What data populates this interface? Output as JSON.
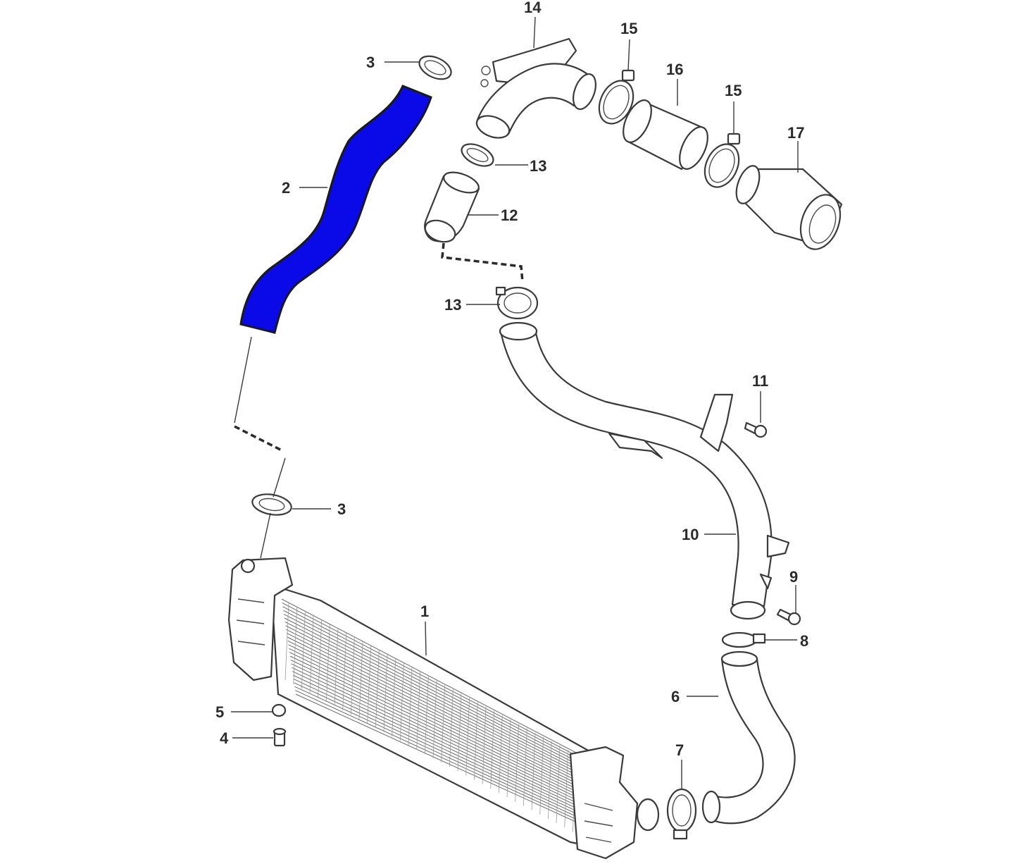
{
  "diagram": {
    "highlight_color": "#0a0ae8",
    "callouts": [
      {
        "id": "c14",
        "label": "14"
      },
      {
        "id": "c15a",
        "label": "15"
      },
      {
        "id": "c16",
        "label": "16"
      },
      {
        "id": "c15b",
        "label": "15"
      },
      {
        "id": "c17",
        "label": "17"
      },
      {
        "id": "c3a",
        "label": "3"
      },
      {
        "id": "c13a",
        "label": "13"
      },
      {
        "id": "c2",
        "label": "2"
      },
      {
        "id": "c12",
        "label": "12"
      },
      {
        "id": "c13b",
        "label": "13"
      },
      {
        "id": "c11",
        "label": "11"
      },
      {
        "id": "c3b",
        "label": "3"
      },
      {
        "id": "c10",
        "label": "10"
      },
      {
        "id": "c9",
        "label": "9"
      },
      {
        "id": "c1",
        "label": "1"
      },
      {
        "id": "c8",
        "label": "8"
      },
      {
        "id": "c6",
        "label": "6"
      },
      {
        "id": "c5",
        "label": "5"
      },
      {
        "id": "c4",
        "label": "4"
      },
      {
        "id": "c7",
        "label": "7"
      }
    ]
  }
}
